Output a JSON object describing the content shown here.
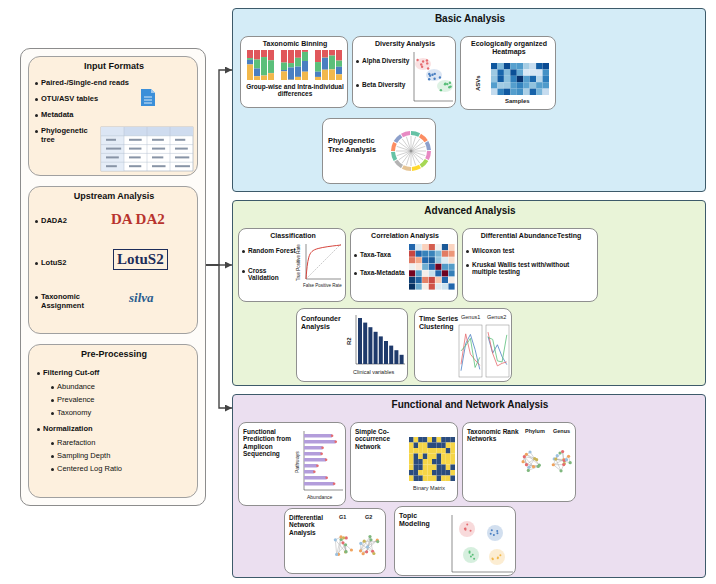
{
  "diagram": {
    "nodes": [
      {
        "text": []
      },
      {
        "text": [
          "Input Formats",
          "Paired-/Single-end reads",
          "OTU/ASV tables",
          "Metadata",
          "Phylogenetic tree"
        ],
        "in": 0
      },
      {
        "text": [
          "Upstream Analysis",
          "DADA2",
          "LotuS2",
          "Taxonomic Assignment"
        ],
        "in": 0
      },
      {
        "text": [
          "Pre-Processing",
          "Filtering Cut-off",
          "Abundance",
          "Prevalence",
          "Taxonomy",
          "Normalization",
          "Rarefaction",
          "Sampling Depth",
          "Centered Log Ratio"
        ],
        "in": 0
      },
      {
        "text": [
          "Basic Analysis"
        ]
      },
      {
        "text": [
          "Taxonomic Binning",
          "Group-wise and Intra-individual differences"
        ],
        "in": 4
      },
      {
        "text": [
          "Diversity Analysis",
          "Alpha Diversity",
          "Beta Diversity"
        ],
        "in": 4
      },
      {
        "text": [
          "Ecologically organized Heatmaps"
        ],
        "in": 4
      },
      {
        "text": [
          "Phylogenetic Tree Analysis"
        ],
        "in": 4
      },
      {
        "text": [
          "Advanced Analysis"
        ]
      },
      {
        "text": [
          "Classification",
          "Random Forest",
          "Cross Validation"
        ],
        "in": 9
      },
      {
        "text": [
          "Correlation Analysis",
          "Taxa-Taxa",
          "Taxa-Metadata"
        ],
        "in": 9
      },
      {
        "text": [
          "Differential AbundanceTesting",
          "Wilcoxon test",
          "Kruskal Wallis test with/without multiple testing"
        ],
        "in": 9
      },
      {
        "text": [
          "Confounder Analysis"
        ],
        "in": 9
      },
      {
        "text": [
          "Time Series Clustering"
        ],
        "in": 9
      },
      {
        "text": [
          "Functional and Network Analysis"
        ]
      },
      {
        "text": [
          "Functional Prediction from Amplicon Sequencing"
        ],
        "in": 15
      },
      {
        "text": [
          "Simple Co-occurrence Network"
        ],
        "in": 15
      },
      {
        "text": [
          "Taxonomic Rank Networks"
        ],
        "in": 15
      },
      {
        "text": [
          "Differential Network Analysis"
        ],
        "in": 15
      },
      {
        "text": [
          "Topic Modeling"
        ],
        "in": 15
      }
    ],
    "edges": [
      {
        "from": 0,
        "to": 4,
        "arrow": "to"
      },
      {
        "from": 0,
        "to": 9,
        "arrow": "to"
      },
      {
        "from": 0,
        "to": 15,
        "arrow": "to"
      }
    ],
    "labels": [
      "DA DA2",
      "LotuS2",
      "silva",
      "ASVs",
      "Samples",
      "True Positive Rate",
      "False Positive Rate",
      "R2",
      "Clinical variables",
      "Genus1",
      "Genus2",
      "Pathways",
      "Abundance",
      "Binary Matrix",
      "Phylum",
      "Genus",
      "G1",
      "G2"
    ]
  }
}
